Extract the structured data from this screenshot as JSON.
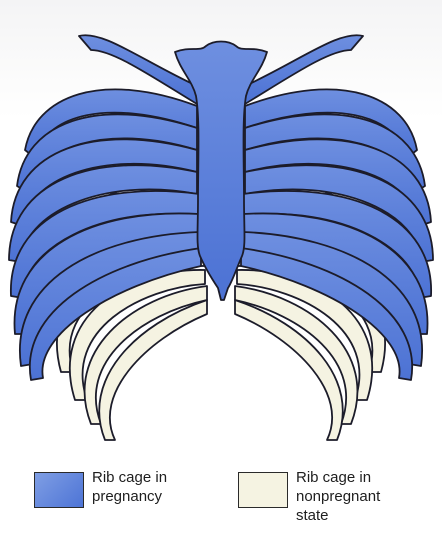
{
  "diagram": {
    "colors": {
      "pregnancy_fill": "#5a7ed9",
      "nonpregnant_fill": "#f5f3e2",
      "outline": "#1c1c2a"
    },
    "legend": [
      {
        "lines": [
          "Rib cage in",
          "pregnancy"
        ],
        "color": "#5a7ed9"
      },
      {
        "lines": [
          "Rib cage in",
          "nonpregnant",
          "state"
        ],
        "color": "#f5f3e2"
      }
    ]
  }
}
